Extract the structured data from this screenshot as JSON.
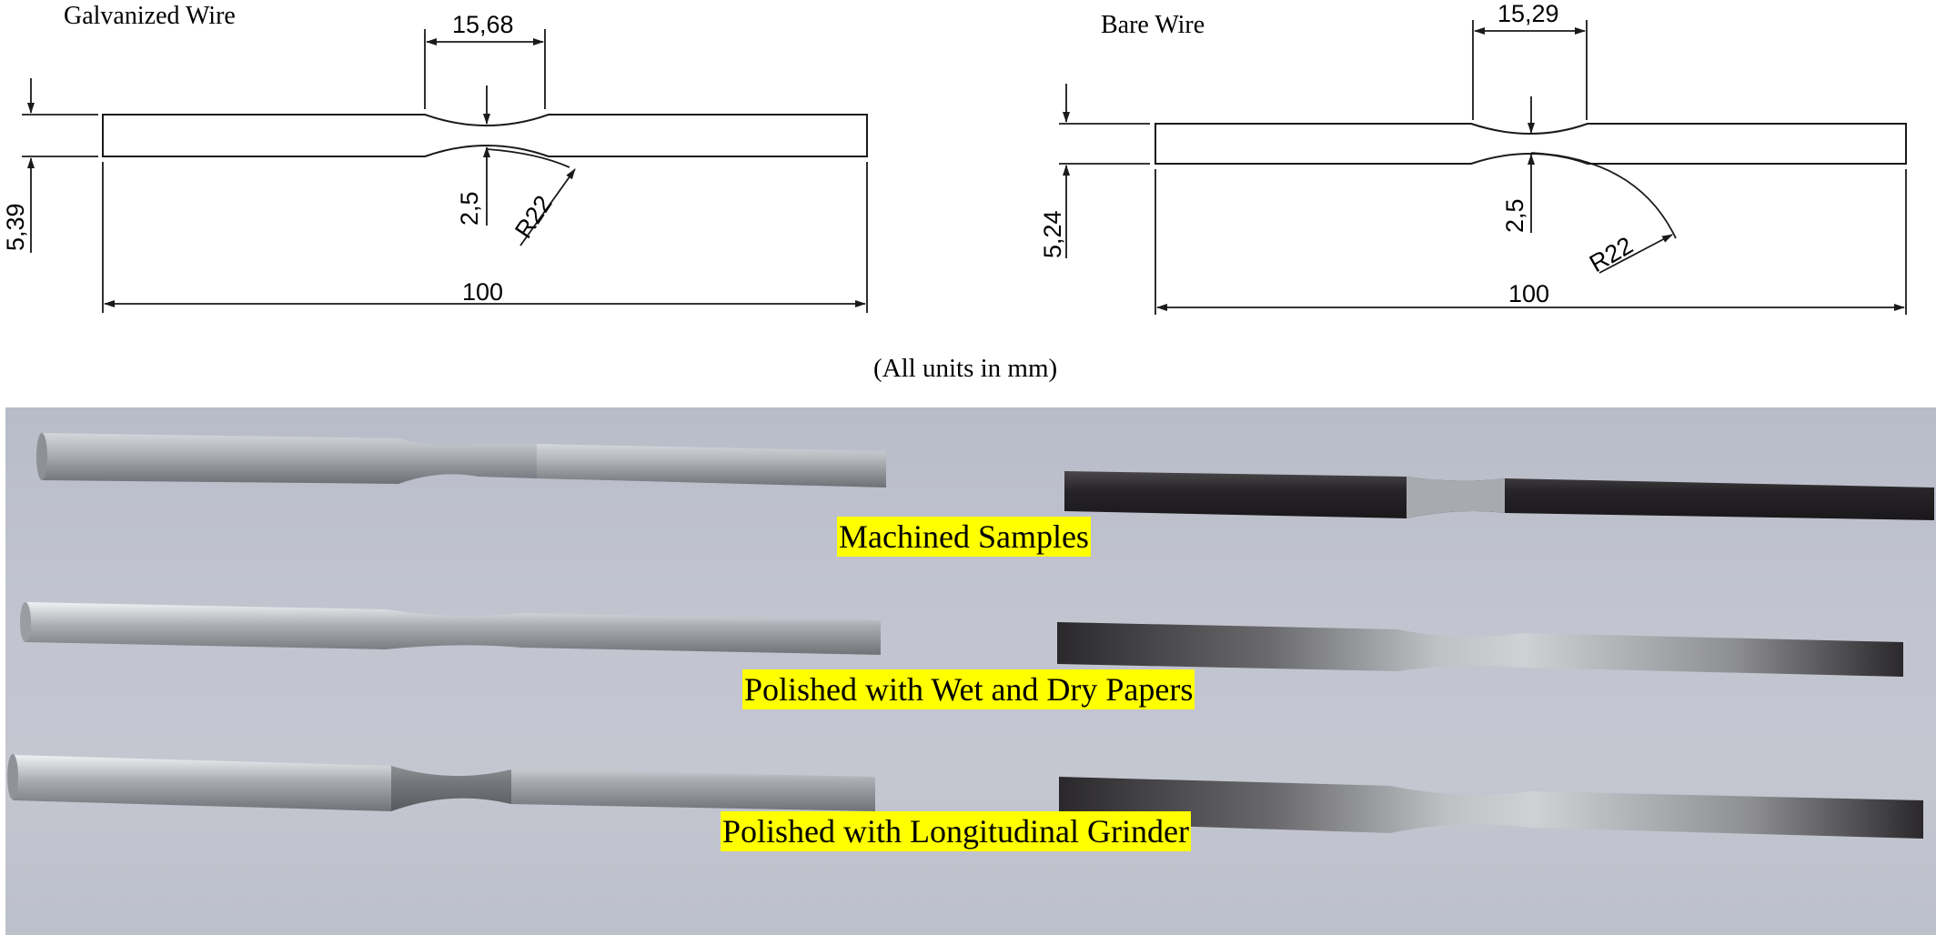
{
  "drawings": {
    "galvanized": {
      "title": "Galvanized Wire",
      "gauge_length": "15,68",
      "diameter": "5,39",
      "neck_diameter": "2,5",
      "radius": "R22",
      "total_length": "100"
    },
    "bare": {
      "title": "Bare Wire",
      "gauge_length": "15,29",
      "diameter": "5,24",
      "neck_diameter": "2,5",
      "radius": "R22",
      "total_length": "100"
    },
    "units_note": "(All units in mm)"
  },
  "photo": {
    "labels": {
      "machined": "Machined Samples",
      "wet_dry": "Polished with Wet and Dry  Papers",
      "longitudinal": "Polished with Longitudinal Grinder"
    },
    "colors": {
      "background": "#c1c4cf",
      "galvanized_steel": "#a9adb1",
      "bare_steel_dark": "#2e2c2e",
      "label_highlight": "#ffff00"
    }
  }
}
